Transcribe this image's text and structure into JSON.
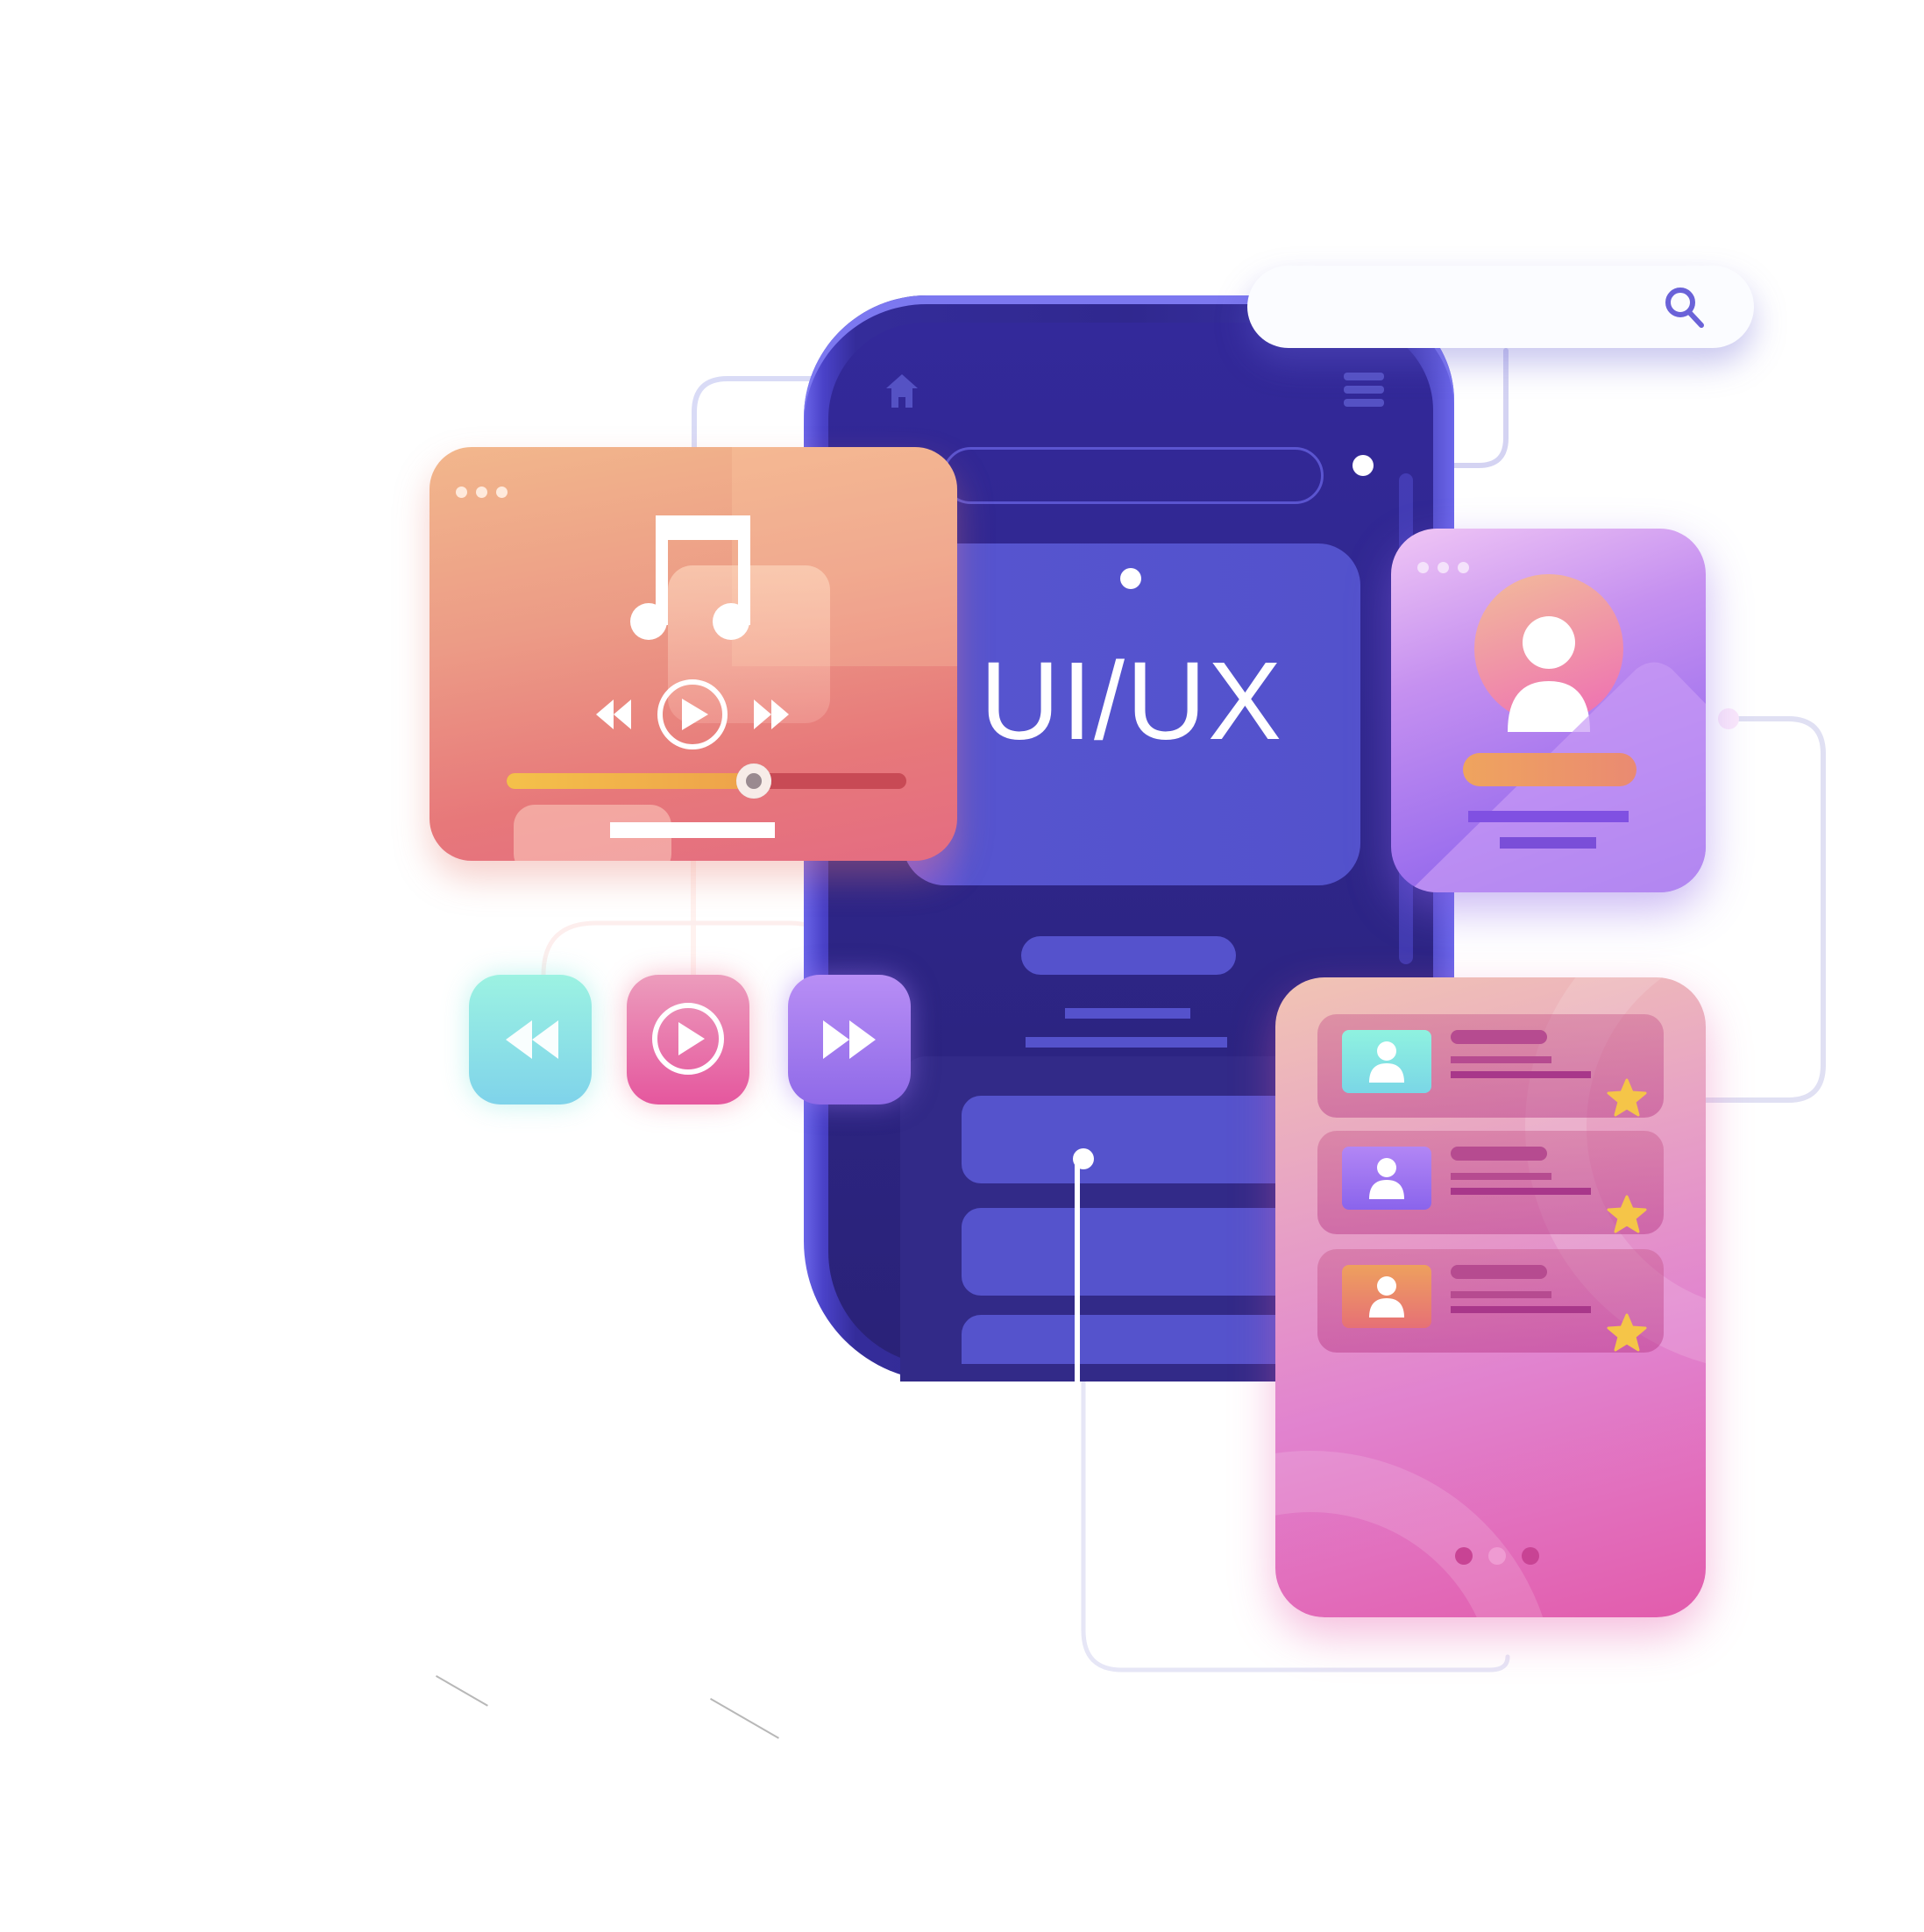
{
  "illustration": {
    "title": "UI/UX",
    "colors": {
      "phone_body": "#30288f",
      "phone_accent": "#5553cc",
      "music_card": "#ec9b86",
      "profile_card": "#a072ee",
      "list_card": "#e183cf",
      "star": "#f5c548",
      "search_icon": "#6a62d8"
    }
  },
  "search_bar": {
    "value": "",
    "placeholder": "",
    "icon": "search-icon"
  },
  "phone": {
    "header_icons": [
      "home-icon",
      "hamburger-menu-icon"
    ],
    "hero_text": "UI/UX",
    "content_blocks": 3
  },
  "music_player": {
    "window_dots": 3,
    "icon": "music-note-icon",
    "controls": [
      "rewind-icon",
      "play-icon",
      "fast-forward-icon"
    ],
    "progress_percent": 60
  },
  "media_buttons": [
    {
      "name": "rewind",
      "icon": "rewind-icon",
      "color": "#8fe6e6"
    },
    {
      "name": "play",
      "icon": "play-circle-icon",
      "color": "#e873ab"
    },
    {
      "name": "fast-forward",
      "icon": "fast-forward-icon",
      "color": "#a57cf0"
    }
  ],
  "profile_card": {
    "window_dots": 3,
    "icon": "user-avatar-icon"
  },
  "user_list": {
    "rows": [
      {
        "avatar_color": "#7fe8dc",
        "starred": true
      },
      {
        "avatar_color": "#9a6cf2",
        "starred": true
      },
      {
        "avatar_color": "#ee8a66",
        "starred": true
      }
    ],
    "pager": {
      "count": 3,
      "active": 2
    }
  }
}
